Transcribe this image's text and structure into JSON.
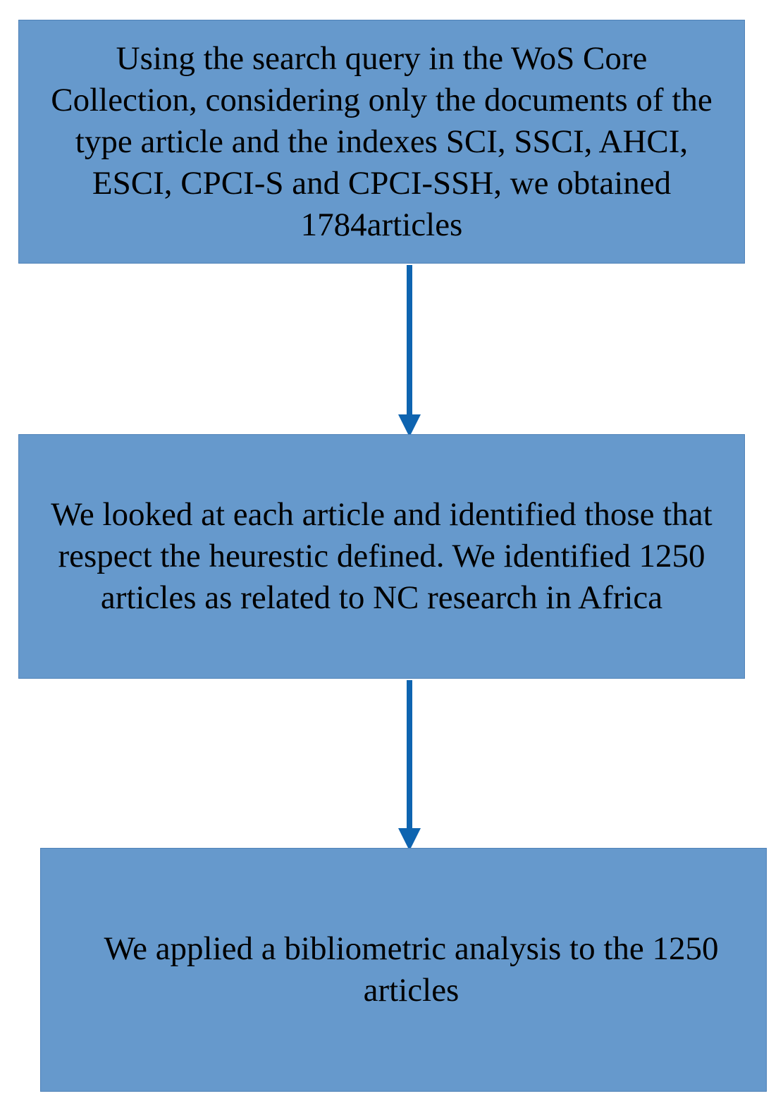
{
  "flowchart": {
    "steps": [
      {
        "text": "Using the search query in the WoS Core Collection, considering only the documents of the type article and the indexes SCI, SSCI, AHCI, ESCI, CPCI-S and CPCI-SSH, we obtained 1784articles"
      },
      {
        "text": "We looked at each article and identified those that respect the heurestic defined. We identified 1250 articles as related to NC research in Africa"
      },
      {
        "text": "We applied a bibliometric analysis to the 1250 articles"
      }
    ],
    "colors": {
      "box_fill": "#6699cc",
      "box_border": "#4f82b8",
      "arrow": "#0e64b0",
      "text": "#000000"
    }
  }
}
